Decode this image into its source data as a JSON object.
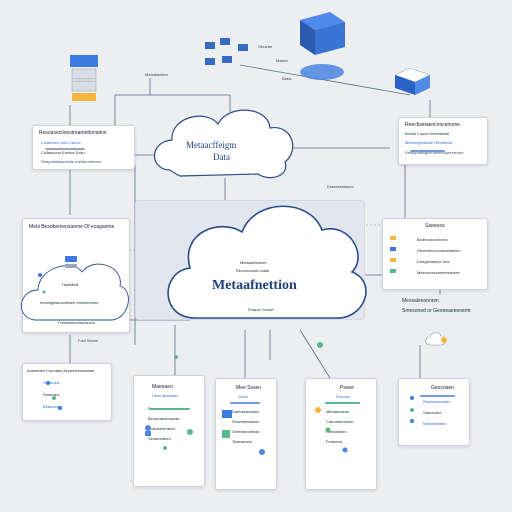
{
  "top": {
    "label_center": "Metadiadtion",
    "label_server": "Gbuebe",
    "label_mass": "Masbe",
    "label_basic": "Basic"
  },
  "top_left_card": {
    "title": "Resoasectionstreamettonation",
    "line1": "Colaboren  Auto Laoos",
    "line2": "Collabsoun Emitos Exan",
    "line3": "Reapotsiliasrotelte roertionmrtons"
  },
  "top_right_card": {
    "title": "Reecfisetaencnocenome",
    "line1": "Biosal   Cosod  meessetrel",
    "line2": "Meteurgiedsctel  Retutiecal",
    "line3": "Reasipaseigueuneetooperstcomt"
  },
  "top_cloud": {
    "line1": "Metaacffeigm",
    "line2": "Data"
  },
  "annotation_right": "Esseraestracto",
  "left_card": {
    "title": "Mebi Besobemensaeme Of ecagaome",
    "sub1": "HasiMeilt",
    "sub2": "eeccagelauonilimee emectetome",
    "sub3": "Frestcaemolaonesco"
  },
  "right_card": {
    "title": "Saeeoos",
    "items": [
      "Bioeeoaccenoecl",
      "Reueneesneoeoeaieeeo",
      "Doegecaeepn tme",
      "Mescsmscseeleestenee"
    ]
  },
  "big_cloud": {
    "line1": "Metadatfeouee",
    "line2": "Reocacoraal coate",
    "title": "Metaafnettion",
    "line3": "Poarce Grosel"
  },
  "right_mid_text": {
    "line1": "Messalenoonnm",
    "line2": "Smesoned  or Geoeeaeeeoemt"
  },
  "left_bottom_label": "Faut Mome",
  "bottom_left_card": {
    "title": "Aceoeoeo Conueao Accemeeomanoe",
    "lines": [
      "Geocoea",
      "Reaeaeo",
      "Beaoeeeo"
    ]
  },
  "bottom_cards": [
    {
      "title": "Maeeaeo",
      "sub": "Cbeo Bsoeaeo",
      "lines": [
        "Reeeaeaeaea",
        "Beoaeaeaoaoeao",
        "Coaoeeoeaeeo",
        "Seoaeeaeeo"
      ]
    },
    {
      "title": "Mee Ssseo",
      "sub": "Geeo",
      "lines": [
        "Daeoeeaeeaeo",
        "Roaeoeeaeaoe",
        "Geeeaeoeeeao",
        "Teaeaeoea"
      ]
    },
    {
      "title": "Pssee",
      "sub": "Roeaoe",
      "lines": [
        "Meoaeeaeao",
        "Caeoeaeoeeao",
        "Reeaoeaeo",
        "Feaeoea"
      ]
    },
    {
      "title": "Geocoaeo",
      "sub": "",
      "lines": [
        "Reeaoeaeoaeo",
        "Saeoeaeo",
        "Maeoeaeaeo"
      ]
    }
  ],
  "colors": {
    "background": "#eceef1",
    "cloud_border": "#2b4c8c",
    "accent_blue": "#2d6bd4",
    "accent_green": "#58b98a",
    "server_blue": "#3a7be0"
  },
  "icons": [
    "server-stack-icon",
    "network-nodes-icon",
    "isometric-database-icon",
    "cube-server-icon",
    "person-icon",
    "lightbulb-icon",
    "cloud-icon"
  ]
}
